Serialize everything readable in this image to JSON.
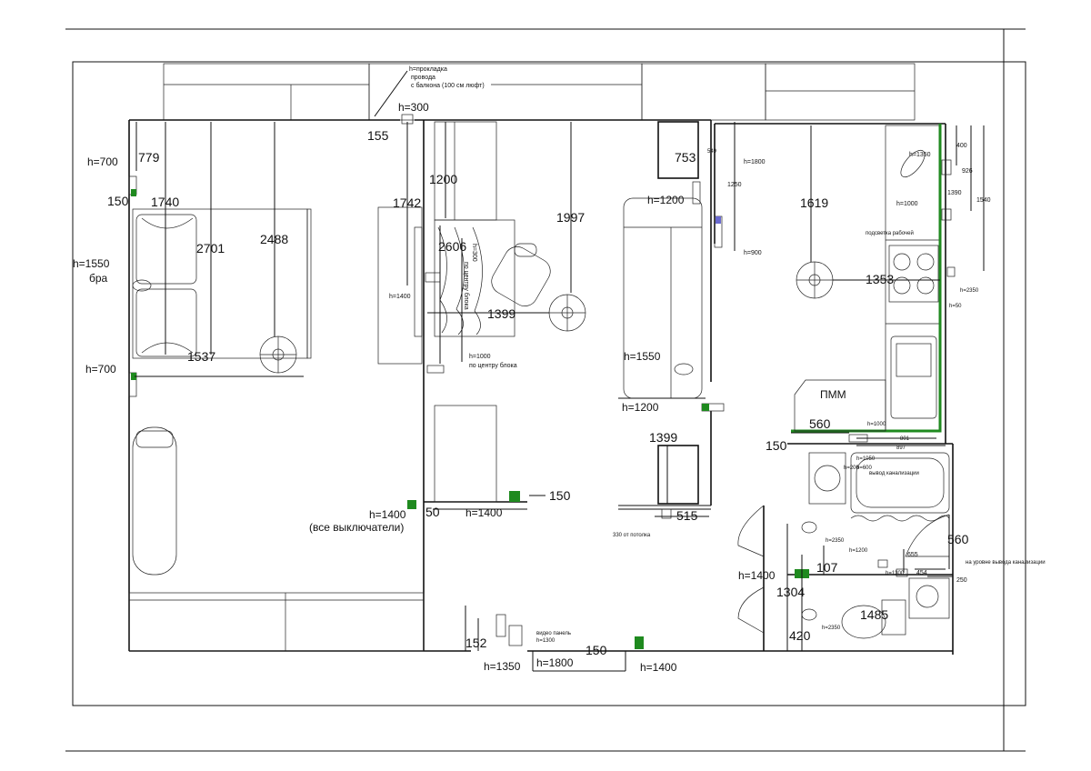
{
  "labels": {
    "balcony_note_1": "h=прокладка",
    "balcony_note_2": "провода",
    "balcony_note_3": "с балкона (100 см люфт)",
    "h300": "h=300",
    "d155": "155",
    "h700_top": "h=700",
    "d779": "779",
    "d150_left": "150",
    "d1740": "1740",
    "d2701": "2701",
    "d2488": "2488",
    "h1550_bra": "h=1550",
    "bra": "бра",
    "h700_bottom": "h=700",
    "d1537": "1537",
    "d1742": "1742",
    "d1200_top": "1200",
    "d2606": "2606",
    "h300_center": "h=300",
    "center_block": "по центру блока",
    "h1400_mid": "h=1400",
    "d1399_mid": "1399",
    "h1000": "h=1000",
    "center_block_2": "по центру блока",
    "d1997": "1997",
    "d753": "753",
    "d549": "549",
    "h1800_top": "h=1800",
    "d1250": "1250",
    "h1200_tv": "h=1200",
    "h900": "h=900",
    "h1550_right": "h=1550",
    "h1200_right": "h=1200",
    "d1399_right": "1399",
    "h1400_switches": "h=1400",
    "all_switches": "(все выключатели)",
    "d50": "50",
    "h1400_low": "h=1400",
    "d150_low": "150",
    "d330": "330 от потолка",
    "d515": "515",
    "d1619": "1619",
    "h1350_kitchen": "h=1350",
    "d400": "400",
    "d926": "926",
    "d1390": "1390",
    "d1540": "1540",
    "h1000_kitchen": "h=1000",
    "backlight": "подсветка рабочей",
    "d1353": "1353",
    "h2350_k": "h=2350",
    "h50": "h=50",
    "pmm": "ПММ",
    "d560_k": "560",
    "h1000_pmm": "h=1000",
    "d150_bath": "150",
    "d801": "801",
    "d897": "897",
    "h1050": "h=1050",
    "h200": "h=200",
    "h600": "h=600",
    "sewer": "вывод канализации",
    "h2350_hall": "h=2350",
    "h1200_hall": "h=1200",
    "d655": "655",
    "d560_bath": "560",
    "side_note": "на уровне вывода канализации",
    "h1400_hall": "h=1400",
    "d107": "107",
    "h1300": "h=1300",
    "d454": "454",
    "d250": "250",
    "d1304": "1304",
    "d1485": "1485",
    "h2350_wc": "h=2350",
    "d420": "420",
    "d152": "152",
    "h1350_bottom": "h=1350",
    "video_1": "видео панель",
    "video_2": "h=1300",
    "h1800_bottom": "h=1800",
    "d150_bottom": "150",
    "h1400_bottom": "h=1400"
  }
}
